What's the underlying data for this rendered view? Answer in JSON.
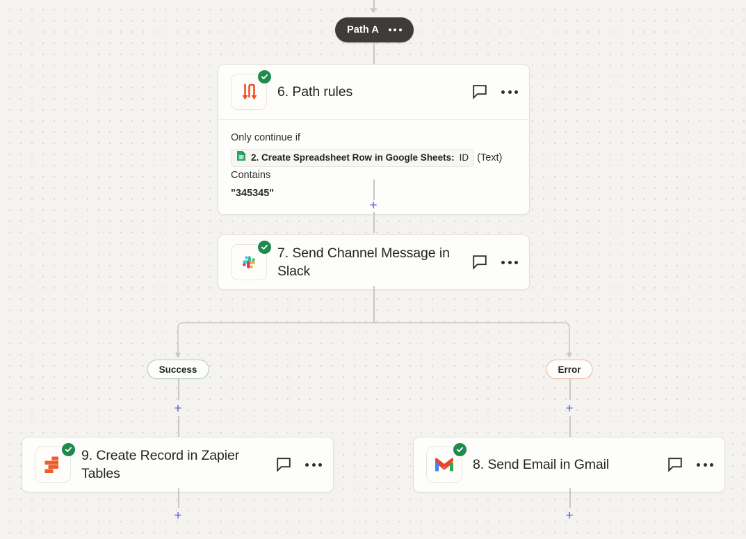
{
  "canvas": {
    "background_color": "#F4F3EF",
    "dot_color": "#D9D7CE",
    "connector_color": "#C9C7C0",
    "add_icon_color": "#5B5BD6"
  },
  "path_badge": {
    "label": "Path A",
    "menu_icon": "ellipsis-icon",
    "background_color": "#3D3C38",
    "text_color": "#FFFFFF"
  },
  "steps": [
    {
      "id": "path-rules",
      "title": "6. Path rules",
      "app_icon": "path-rules-icon",
      "status_icon": "check-circle-icon",
      "status_color": "#1F8A4C",
      "comment_icon": "comment-icon",
      "menu_icon": "ellipsis-icon",
      "condition": {
        "prefix": "Only continue if",
        "source_step": "2. Create Spreadsheet Row in Google Sheets:",
        "source_icon": "google-sheets-icon",
        "field": "ID",
        "operator": "(Text) Contains",
        "value": "\"345345\""
      }
    },
    {
      "id": "slack",
      "title": "7. Send Channel Message in Slack",
      "app_icon": "slack-icon",
      "status_icon": "check-circle-icon",
      "status_color": "#1F8A4C",
      "comment_icon": "comment-icon",
      "menu_icon": "ellipsis-icon"
    },
    {
      "id": "zapier-tables",
      "title": "9. Create Record in Zapier Tables",
      "app_icon": "zapier-tables-icon",
      "status_icon": "check-circle-icon",
      "status_color": "#1F8A4C",
      "comment_icon": "comment-icon",
      "menu_icon": "ellipsis-icon"
    },
    {
      "id": "gmail",
      "title": "8. Send Email in Gmail",
      "app_icon": "gmail-icon",
      "status_icon": "check-circle-icon",
      "status_color": "#1F8A4C",
      "comment_icon": "comment-icon",
      "menu_icon": "ellipsis-icon"
    }
  ],
  "branches": [
    {
      "id": "success",
      "label": "Success",
      "border_color": "#A9CFB4"
    },
    {
      "id": "error",
      "label": "Error",
      "border_color": "#EFB4A6"
    }
  ],
  "add_buttons": [
    {
      "id": "add-after-path-rules",
      "icon": "plus-icon"
    },
    {
      "id": "add-after-success-label",
      "icon": "plus-icon"
    },
    {
      "id": "add-after-error-label",
      "icon": "plus-icon"
    },
    {
      "id": "add-after-zapier-tables",
      "icon": "plus-icon"
    },
    {
      "id": "add-after-gmail",
      "icon": "plus-icon"
    }
  ]
}
